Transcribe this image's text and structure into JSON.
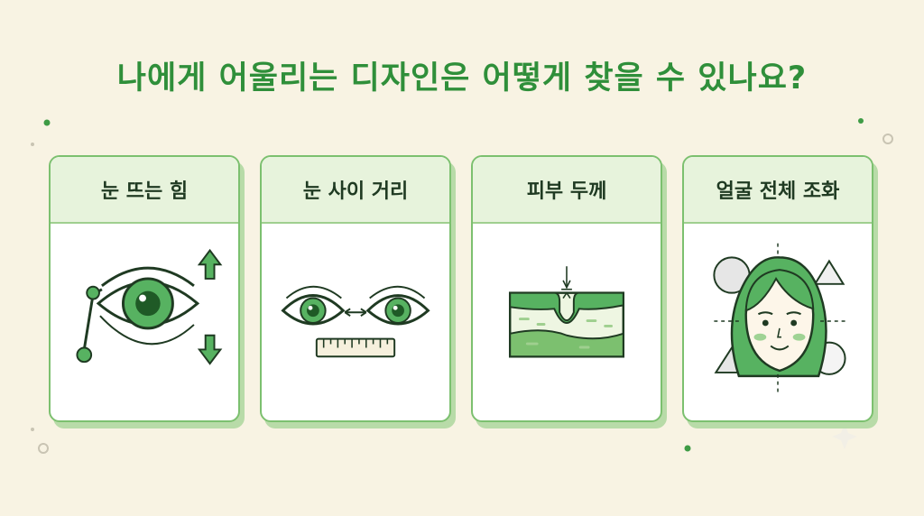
{
  "title": "나에게 어울리는 디자인은 어떻게 찾을 수 있나요?",
  "cards": [
    {
      "label": "눈 뜨는 힘",
      "icon": "eye-lift-icon"
    },
    {
      "label": "눈 사이 거리",
      "icon": "eye-distance-icon"
    },
    {
      "label": "피부 두께",
      "icon": "skin-layer-icon"
    },
    {
      "label": "얼굴 전체 조화",
      "icon": "face-harmony-icon"
    }
  ],
  "colors": {
    "background": "#f8f3e3",
    "accent": "#2f8f3a",
    "card_border": "#7cc06f",
    "card_header": "#e7f3dc"
  }
}
